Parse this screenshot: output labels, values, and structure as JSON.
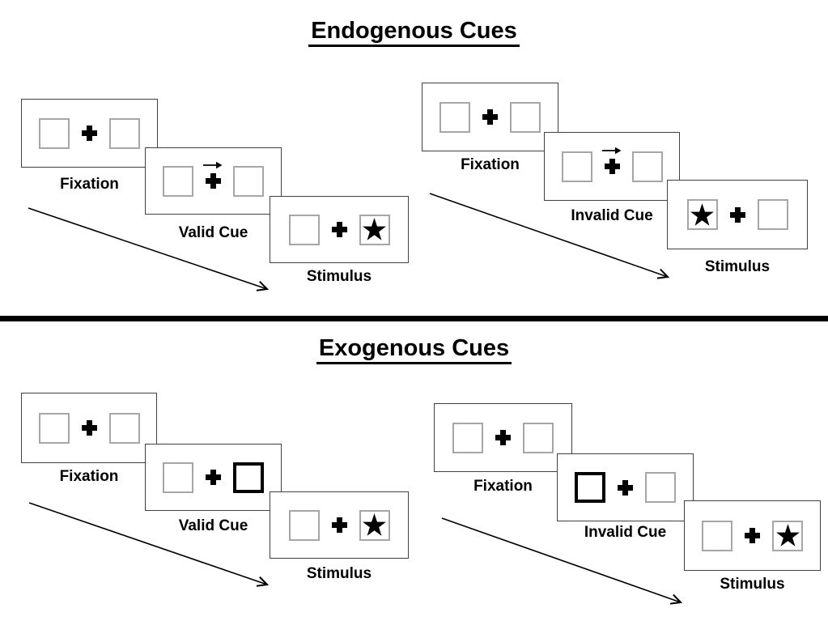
{
  "colors": {
    "background": "#ffffff",
    "panel_border": "#404040",
    "target_box_border": "#a6a6a6",
    "highlight_box_border": "#000000",
    "ink": "#000000"
  },
  "sections": [
    {
      "title": "Endogenous Cues",
      "groups": [
        {
          "name": "endogenous-valid",
          "cue_symbol": "right-arrow-above-fixation-cross",
          "star_side": "right",
          "panels": [
            {
              "label": "Fixation",
              "left_box": "empty",
              "right_box": "empty"
            },
            {
              "label": "Valid Cue",
              "left_box": "empty",
              "right_box": "empty",
              "cue": "arrow-right"
            },
            {
              "label": "Stimulus",
              "left_box": "empty",
              "right_box": "star"
            }
          ]
        },
        {
          "name": "endogenous-invalid",
          "cue_symbol": "right-arrow-above-fixation-cross",
          "star_side": "left",
          "panels": [
            {
              "label": "Fixation",
              "left_box": "empty",
              "right_box": "empty"
            },
            {
              "label": "Invalid Cue",
              "left_box": "empty",
              "right_box": "empty",
              "cue": "arrow-right"
            },
            {
              "label": "Stimulus",
              "left_box": "star",
              "right_box": "empty"
            }
          ]
        }
      ]
    },
    {
      "title": "Exogenous Cues",
      "groups": [
        {
          "name": "exogenous-valid",
          "cue_symbol": "thick-black-box",
          "cue_side": "right",
          "star_side": "right",
          "panels": [
            {
              "label": "Fixation",
              "left_box": "empty",
              "right_box": "empty"
            },
            {
              "label": "Valid Cue",
              "left_box": "empty",
              "right_box": "highlighted"
            },
            {
              "label": "Stimulus",
              "left_box": "empty",
              "right_box": "star"
            }
          ]
        },
        {
          "name": "exogenous-invalid",
          "cue_symbol": "thick-black-box",
          "cue_side": "left",
          "star_side": "right",
          "panels": [
            {
              "label": "Fixation",
              "left_box": "empty",
              "right_box": "empty"
            },
            {
              "label": "Invalid Cue",
              "left_box": "highlighted",
              "right_box": "empty"
            },
            {
              "label": "Stimulus",
              "left_box": "empty",
              "right_box": "star"
            }
          ]
        }
      ]
    }
  ]
}
